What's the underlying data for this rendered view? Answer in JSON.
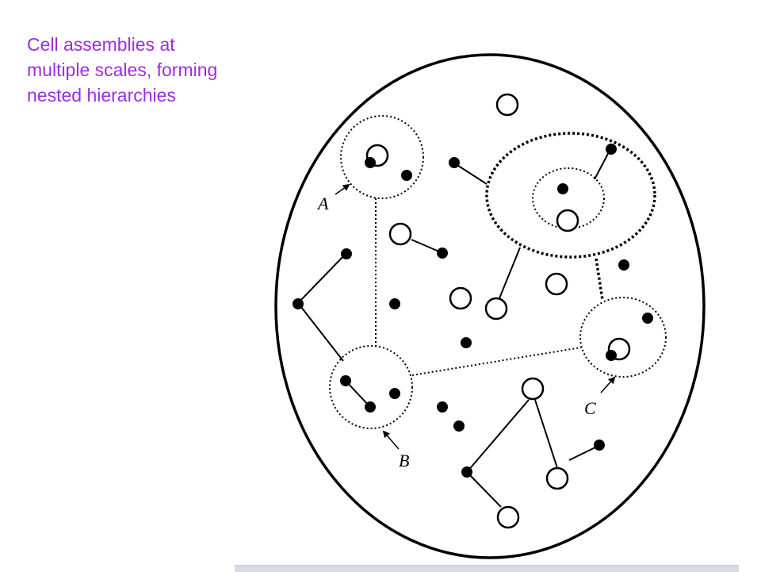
{
  "caption": {
    "lines": [
      "Cell assemblies at",
      "multiple scales, forming",
      "nested hierarchies"
    ],
    "color": "#9b2de3"
  },
  "diagram": {
    "labels": {
      "a": "A",
      "b": "B",
      "c": "C"
    },
    "ink": "#000000"
  }
}
